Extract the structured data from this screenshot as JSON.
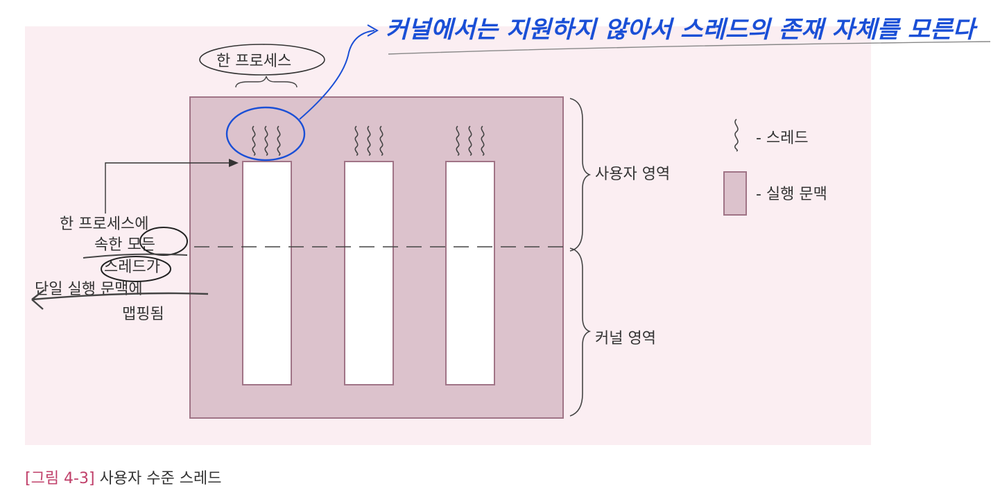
{
  "annotation_note": "커널에서는 지원하지 않아서 스레드의 존재 자체를 모른다",
  "process_label": "한 프로세스",
  "region_labels": {
    "user": "사용자 영역",
    "kernel": "커널 영역"
  },
  "legend": {
    "thread": "- 스레드",
    "context": "- 실행 문맥"
  },
  "left_note_lines": [
    "한 프로세스에",
    "속한 모든",
    "스레드가",
    "단일 실행 문맥에",
    "맵핑됨"
  ],
  "caption": {
    "figure": "[그림 4-3]",
    "text": " 사용자 수준 스레드"
  },
  "colors": {
    "panel": "#fbeef2",
    "fill": "#dcc2cc",
    "stroke": "#a07486",
    "pen": "#1a4fd6"
  },
  "thread_icon": "wavy-thread-icon"
}
